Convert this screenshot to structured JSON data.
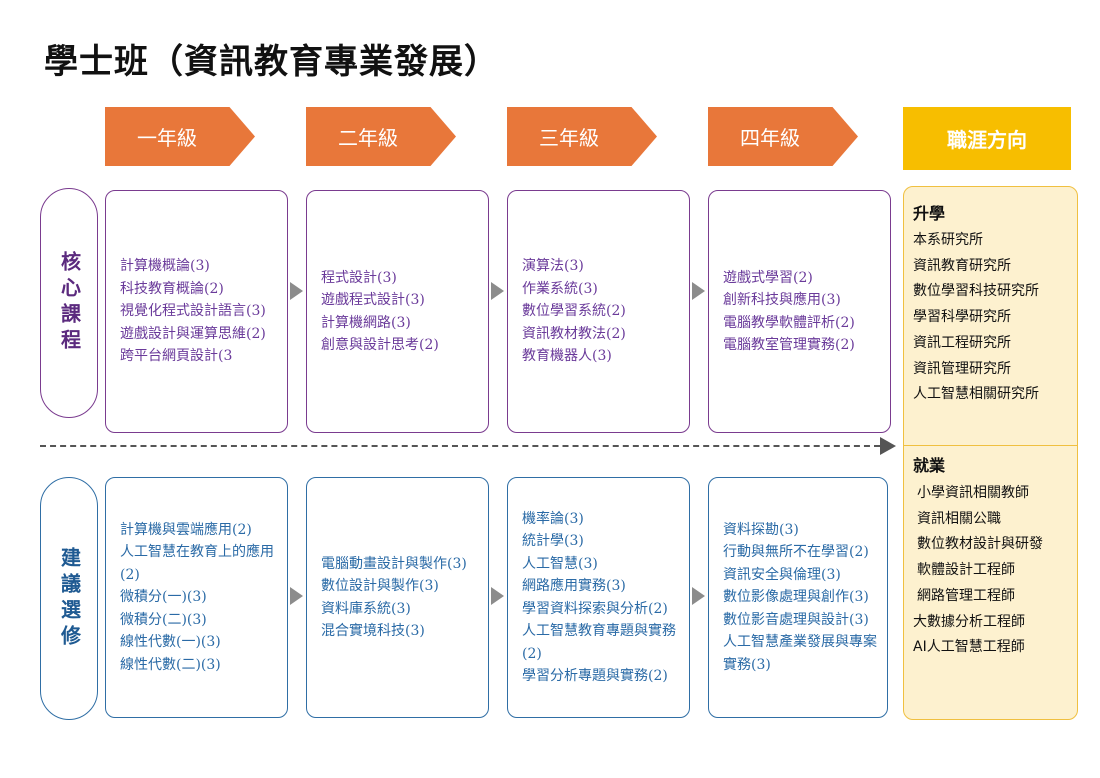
{
  "title": "學士班（資訊教育專業發展）",
  "years": [
    "一年級",
    "二年級",
    "三年級",
    "四年級"
  ],
  "career_header": "職涯方向",
  "rows": {
    "core_label": "核心課程",
    "elective_label": "建議選修"
  },
  "core": [
    [
      "計算機概論(3)",
      "科技教育概論(2)",
      "視覺化程式設計語言(3)",
      "遊戲設計與運算思維(2)",
      "跨平台網頁設計(3"
    ],
    [
      "程式設計(3)",
      "遊戲程式設計(3)",
      "計算機網路(3)",
      "創意與設計思考(2)"
    ],
    [
      "演算法(3)",
      "作業系統(3)",
      "數位學習系統(2)",
      "資訊教材教法(2)",
      "教育機器人(3)"
    ],
    [
      "遊戲式學習(2)",
      "創新科技與應用(3)",
      "電腦教學軟體評析(2)",
      "電腦教室管理實務(2)"
    ]
  ],
  "elective": [
    [
      "計算機與雲端應用(2)",
      "人工智慧在教育上的應用(2)",
      "微積分(一)(3)",
      "微積分(二)(3)",
      "線性代數(一)(3)",
      "線性代數(二)(3)"
    ],
    [
      "電腦動畫設計與製作(3)",
      "數位設計與製作(3)",
      "資料庫系統(3)",
      "混合實境科技(3)"
    ],
    [
      "機率論(3)",
      "統計學(3)",
      "人工智慧(3)",
      "網路應用實務(3)",
      "學習資料探索與分析(2)",
      "人工智慧教育專題與實務(2)",
      "學習分析專題與實務(2)"
    ],
    [
      "資料探勘(3)",
      "行動與無所不在學習(2)",
      "資訊安全與倫理(3)",
      "數位影像處理與創作(3)",
      "數位影音處理與設計(3)",
      "人工智慧產業發展與專案實務(3)"
    ]
  ],
  "career": {
    "further_study_title": "升學",
    "further_study": [
      "本系研究所",
      "資訊教育研究所",
      "數位學習科技研究所",
      "學習科學研究所",
      "資訊工程研究所",
      "資訊管理研究所",
      "人工智慧相關研究所"
    ],
    "employment_title": "就業",
    "employment": [
      "小學資訊相關教師",
      "資訊相關公職",
      "數位教材設計與研發",
      "軟體設計工程師",
      "網路管理工程師",
      "大數據分析工程師",
      "AI人工智慧工程師"
    ]
  },
  "colors": {
    "year_chevron": "#e8773a",
    "career_header": "#f7be00",
    "core_border": "#7a3b8f",
    "elective_border": "#2f6ea5",
    "career_bg": "#fdf1cf"
  }
}
